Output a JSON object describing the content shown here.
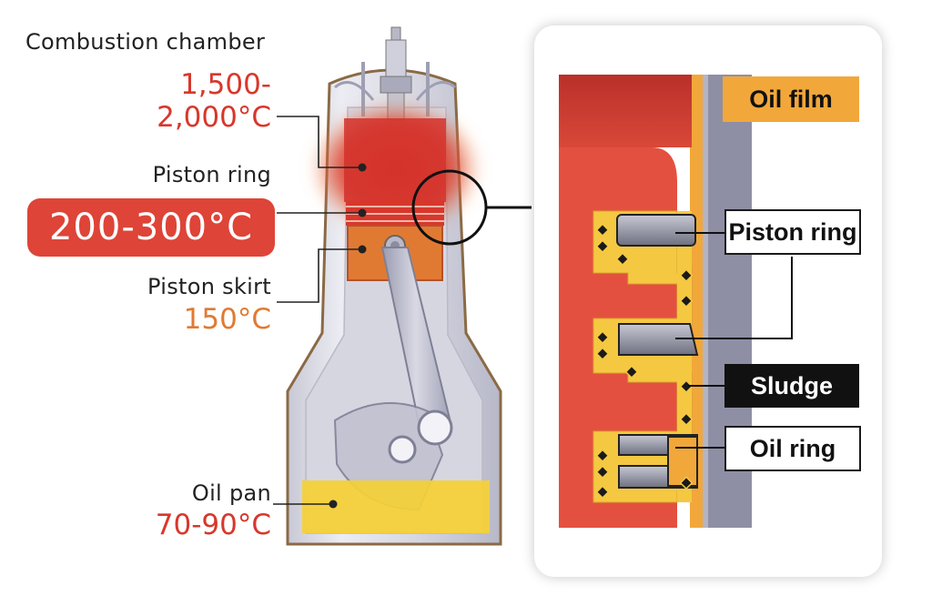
{
  "labels": {
    "combustion_chamber": {
      "name": "Combustion chamber",
      "temp_line1": "1,500-",
      "temp_line2": "2,000°C"
    },
    "piston_ring": {
      "name": "Piston ring",
      "temp": "200-300°C"
    },
    "piston_skirt": {
      "name": "Piston skirt",
      "temp": "150°C"
    },
    "oil_pan": {
      "name": "Oil pan",
      "temp": "70-90°C"
    }
  },
  "detail": {
    "oil_film": "Oil film",
    "piston_ring": "Piston ring",
    "sludge": "Sludge",
    "oil_ring": "Oil ring"
  },
  "colors": {
    "red_temp": "#d8372c",
    "orange_temp": "#e07a33",
    "pill_bg": "#de4437",
    "oil_film": "#f1a73a",
    "sludge_bg": "#111111",
    "oil": "#f5d035",
    "piston_red": "#e4503f",
    "cylinder_wall": "#8e8fa5"
  }
}
